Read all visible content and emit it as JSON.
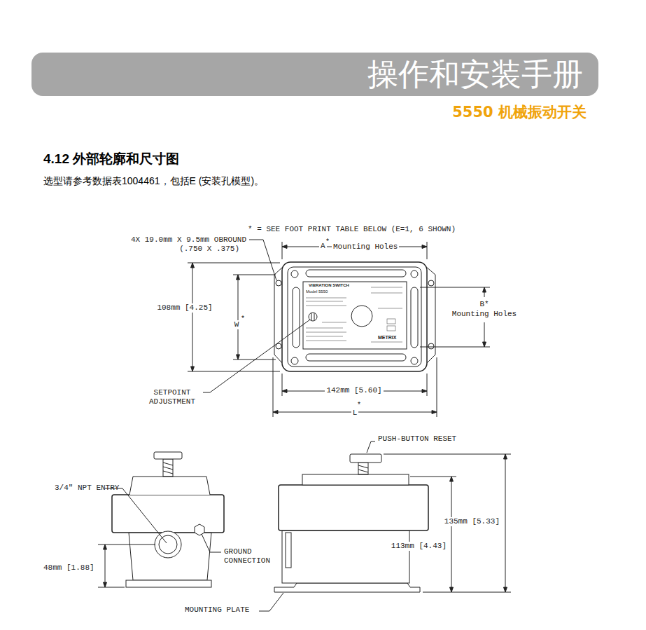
{
  "diagram": {
    "title": "4.12 外部轮廓和尺寸图",
    "nodes": [
      {
        "text": [
          "操作和安装手册"
        ]
      }
    ],
    "labels": [
      "5550 机械振动开关",
      "选型请参考数据表1004461，包括E (安装孔模型)。",
      "4X 19.0mm X 9.5mm OBROUND",
      "(.750 X .375)",
      "* = SEE FOOT PRINT TABLE BELOW (E=1, 6 SHOWN)",
      "A",
      "*",
      "Mounting Holes",
      "108mm [4.25]",
      "W",
      "*",
      "B*",
      "Mounting Holes",
      "SETPOINT ADJUSTMENT",
      "142mm [5.60]",
      "L",
      "*",
      "PUSH-BUTTON RESET",
      "3/4\" NPT ENTRY",
      "GROUND CONNECTION",
      "48mm [1.88]",
      "135mm [5.33]",
      "113mm [4.43]",
      "MOUNTING PLATE",
      "VIBRATION SWITCH",
      "Model 5550",
      "METRIX"
    ]
  }
}
